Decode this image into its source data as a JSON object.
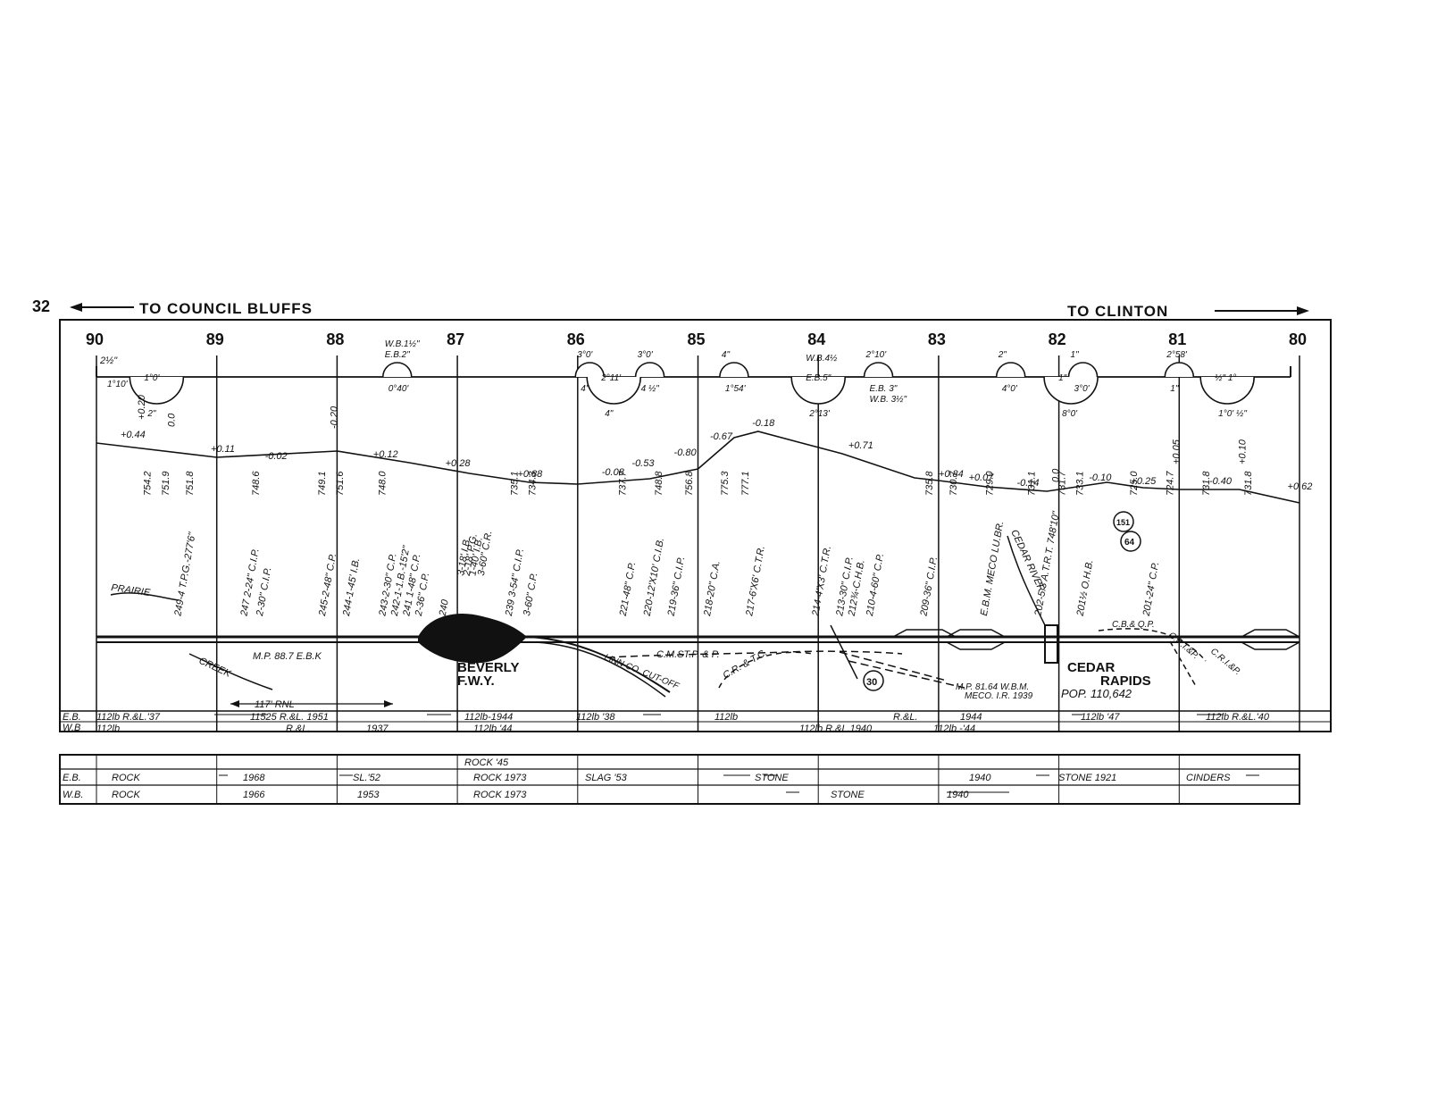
{
  "page_number": "32",
  "direction_west": "TO COUNCIL BLUFFS",
  "direction_east": "TO CLINTON",
  "mileposts": [
    "90",
    "89",
    "88",
    "87",
    "86",
    "85",
    "84",
    "83",
    "82",
    "81",
    "80"
  ],
  "curves": [
    {
      "mile": 89.5,
      "top": "1°0'",
      "bottom": "2\""
    },
    {
      "mile": 87.5,
      "top": "E.B.2\"",
      "top2": "W.B.1½\"",
      "bottom": "0°40'"
    },
    {
      "mile": 85.9,
      "top": "3°0'",
      "bottom": "4\""
    },
    {
      "mile": 85.7,
      "top": "2°11'",
      "bottom": "4\""
    },
    {
      "mile": 85.4,
      "top": "3°0'",
      "bottom": "4 ½\""
    },
    {
      "mile": 84.7,
      "top": "4\"",
      "bottom": "1°54'"
    },
    {
      "mile": 84.0,
      "top": "E.B.5\"",
      "top2": "W.B.4½",
      "bottom": "2°13'"
    },
    {
      "mile": 83.5,
      "top": "2°10'",
      "bottom": "E.B. 3\"",
      "bottom2": "W.B. 3½\""
    },
    {
      "mile": 82.4,
      "top": "2\"",
      "bottom": "4°0'"
    },
    {
      "mile": 81.9,
      "top": "1\"",
      "bottom": "8°0'"
    },
    {
      "mile": 81.8,
      "top": "1\"",
      "bottom": "3°0'"
    },
    {
      "mile": 81.0,
      "top": "2°58'",
      "bottom": "1\""
    },
    {
      "mile": 80.6,
      "top": "½\" 1°",
      "bottom": "1°0' ½\""
    }
  ],
  "superelevation_start": {
    "top": "2½\"",
    "bottom": "1°10'"
  },
  "grades": [
    "+0.44",
    "+0.20",
    "0.0",
    "+0.11",
    "-0.02",
    "-0.20",
    "+0.12",
    "+0.28",
    "+0.88",
    "-0.08",
    "-0.53",
    "-0.80",
    "-0.67",
    "-0.18",
    "+0.71",
    "+0.84",
    "+0.07",
    "-0.14",
    "0.0",
    "-0.10",
    "+0.25",
    "+0.05",
    "-0.40",
    "+0.10",
    "+0.62"
  ],
  "elevations": [
    "754.2",
    "751.9",
    "751.8",
    "748.6",
    "749.1",
    "751.6",
    "748.0",
    "735.1",
    "734.3",
    "737.7",
    "748.8",
    "756.8",
    "775.3",
    "777.1",
    "735.8",
    "730.7",
    "729.0",
    "731.1",
    "731.7",
    "733.1",
    "725.0",
    "724.7",
    "731.8",
    "731.8"
  ],
  "structures": [
    "249-4 T.P.G.-277'6\"",
    "247 2-24\" C.I.P.",
    "2-30\" C.I.P.",
    "245-2-48\" C.P.",
    "244-1-45' I.B.",
    "243-2-30\" C.P.",
    "242-1-1.B.-15'2\"",
    "241 1-48\" C.P.",
    "2-36\" C.P.",
    "240",
    "3-18' I.B.",
    "2-18' P.G.",
    "1-40' I.B.",
    "3-60\" C.R.",
    "239 3-54\" C.I.P.",
    "3-60\" C.P.",
    "221-48\" C.P.",
    "220-12'X10' C.I.B.",
    "219-36\" C.I.P.",
    "218-20\" C.A.",
    "217-6'X6' C.T.R.",
    "214-4'X3' C.T.R.",
    "213-30\" C.I.P.",
    "212¾-C.H.B.",
    "210-4-60\" C.P.",
    "209-36\" C.I.P.",
    "E.B.M. MECO LU.BR.",
    "202-5.3 A.T.R.T. 748'10\"",
    "201½ O.H.B.",
    "201-24\" C.P."
  ],
  "features": {
    "prairie_creek": [
      "PRAIRIE",
      "CREEK"
    ],
    "cedar_river": "CEDAR RIVER",
    "station_1": [
      "BEVERLY",
      "F.W.Y."
    ],
    "station_2": [
      "CEDAR",
      "RAPIDS",
      "POP. 110,642"
    ],
    "mp_887": "M.P. 88.7 E.B.K",
    "mp_8164": "M.P. 81.64 W.B.M.",
    "meco": "MECO. I.R. 1939",
    "cmst": "C.M.ST.P. & P.",
    "linn": "LINN CO. CUT-OFF",
    "crstc": "C.R. & T.C.",
    "cbq": "C.B.& Q.P.",
    "cri": "C.R.I.&P.",
    "cri2": "C.R.I.&P.",
    "us_hwy": "30",
    "us_hwy2": "151",
    "us_hwy3": "64",
    "rnl": "117' RNL"
  },
  "rail_rows": {
    "eb_label": "E.B.",
    "wb_label": "W.B",
    "eb": [
      "112lb R.&L.'37",
      "11525 R.&L. 1951",
      "112lb-1944",
      "112lb '38",
      "112lb",
      "R.&L.",
      "1944",
      "112lb '47",
      "112lb R.&L.'40"
    ],
    "wb": [
      "112lb",
      "R.&L.",
      "1937",
      "112lb '44",
      "112lb R.&L.1940",
      "112lb -'44"
    ]
  },
  "ballast_rows": {
    "eb_label": "E.B.",
    "wb_label": "W.B.",
    "eb": [
      "ROCK",
      "1968",
      "SL.'52",
      "ROCK '45",
      "ROCK 1973",
      "SLAG '53",
      "STONE",
      "1940",
      "STONE 1921",
      "CINDERS"
    ],
    "wb": [
      "ROCK",
      "1966",
      "1953",
      "ROCK 1973",
      "STONE",
      "1940"
    ]
  },
  "colors": {
    "ink": "#111111",
    "paper": "#ffffff"
  }
}
